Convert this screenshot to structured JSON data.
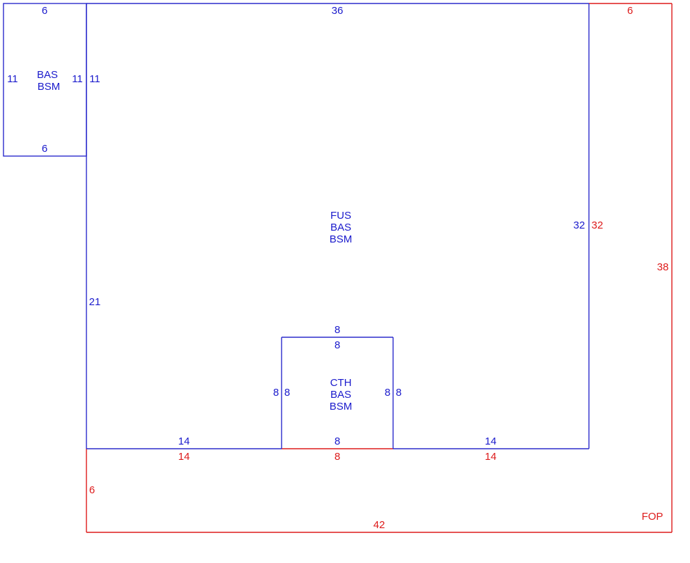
{
  "colors": {
    "main": "#1a1acc",
    "porch": "#dd1a1a"
  },
  "small_area": {
    "labels": [
      "BAS",
      "BSM"
    ],
    "dims": {
      "top": "6",
      "left": "11",
      "right": "11",
      "bottom": "6"
    }
  },
  "main_area": {
    "labels": [
      "FUS",
      "BAS",
      "BSM"
    ],
    "dims": {
      "top": "36",
      "right": "32",
      "left_upper": "11",
      "left_lower": "21",
      "bottom_left": "14",
      "bottom_right": "14"
    }
  },
  "inner_area": {
    "labels": [
      "CTH",
      "BAS",
      "BSM"
    ],
    "dims": {
      "top_outer": "8",
      "top_inner": "8",
      "left_outer": "8",
      "left_inner": "8",
      "right_inner": "8",
      "right_outer": "8",
      "bottom": "8"
    }
  },
  "porch": {
    "label": "FOP",
    "dims": {
      "top": "6",
      "right_inner": "32",
      "right": "38",
      "left": "6",
      "bottom": "42",
      "under_left": "14",
      "under_mid": "8",
      "under_right": "14"
    }
  }
}
